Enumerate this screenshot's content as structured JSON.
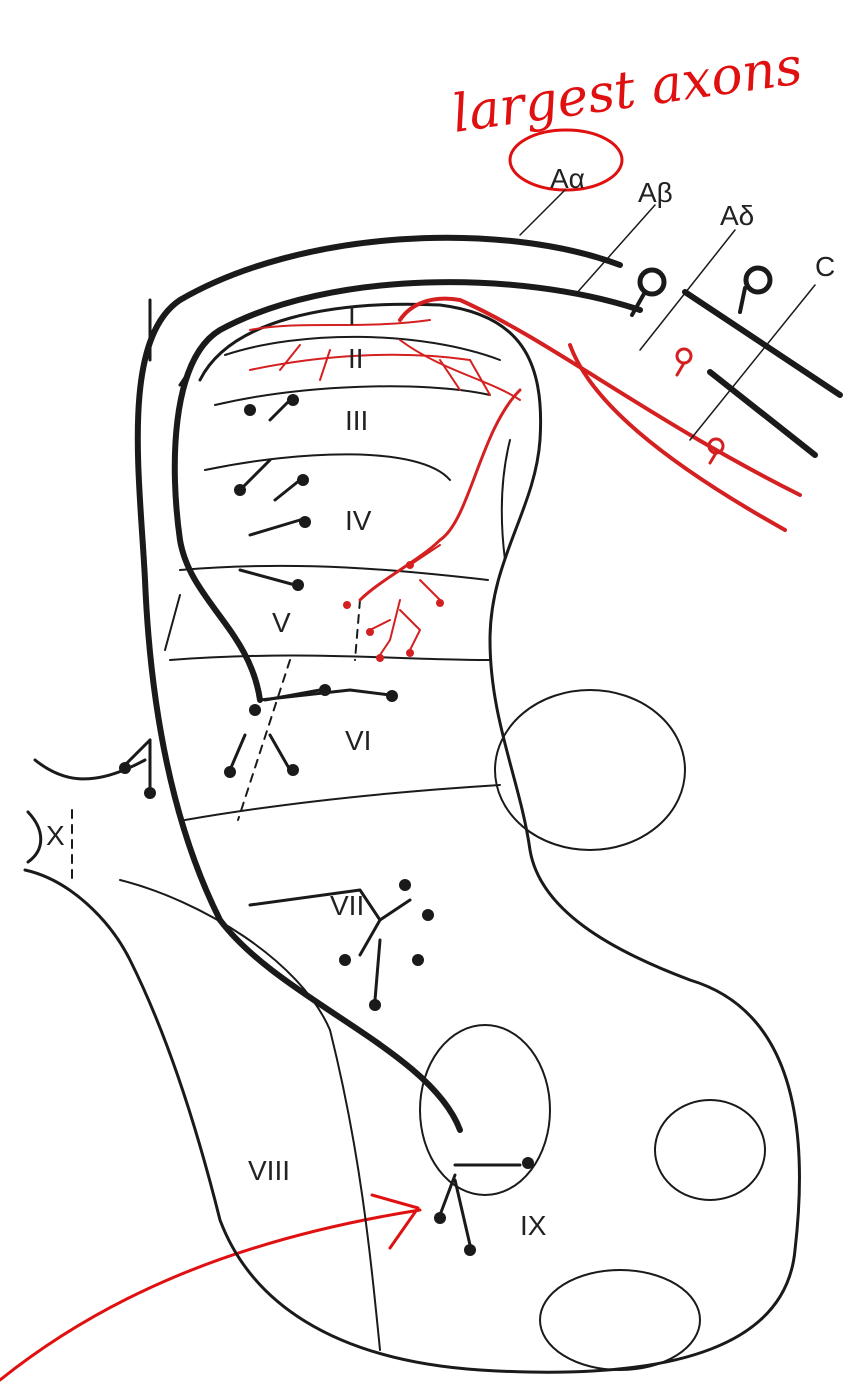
{
  "annotation": {
    "text": "largest axons",
    "color": "#e01010"
  },
  "fibers": [
    {
      "label": "Aα",
      "color": "#1a1a1a",
      "circled": true
    },
    {
      "label": "Aβ",
      "color": "#1a1a1a"
    },
    {
      "label": "Aδ",
      "color": "#1a1a1a"
    },
    {
      "label": "C",
      "color": "#1a1a1a"
    }
  ],
  "laminae": [
    "I",
    "II",
    "III",
    "IV",
    "V",
    "VI",
    "VII",
    "VIII",
    "IX",
    "X"
  ],
  "colors": {
    "ink": "#1a1a1a",
    "nociceptive_fibers": "#d42020",
    "annotation": "#e01010"
  }
}
